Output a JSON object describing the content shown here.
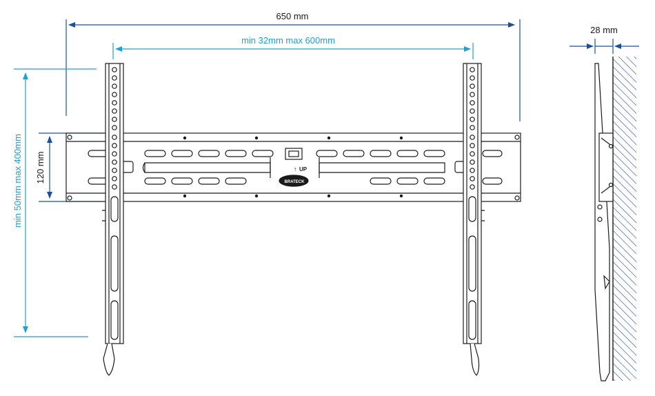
{
  "dimensions": {
    "overall_width": "650 mm",
    "arm_spacing": "min 32mm max 600mm",
    "wall_depth": "28 mm",
    "vertical_range": "min 50mm max 400mm",
    "hole_spacing": "120 mm"
  },
  "plate": {
    "direction_label": "UP",
    "logo_text": "BRATECK"
  },
  "colors": {
    "dimension_line": "#1c4f9c",
    "inner_dimension": "#1fa0d6",
    "outline": "#1a1a1a",
    "hatch": "#3f5fa8"
  }
}
